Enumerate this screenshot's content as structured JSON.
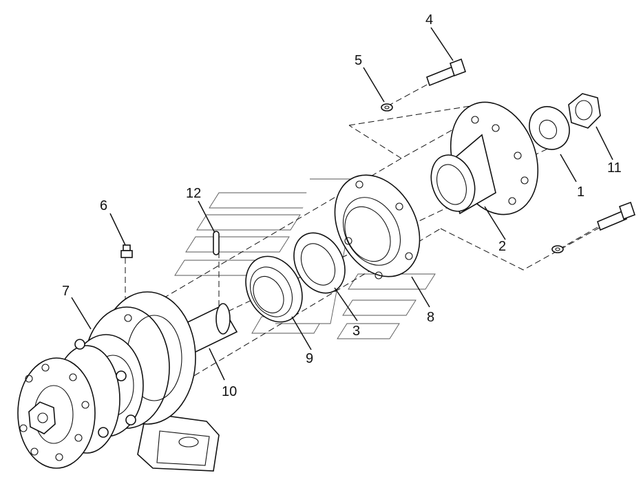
{
  "callouts": [
    {
      "label": "1"
    },
    {
      "label": "2"
    },
    {
      "label": "3"
    },
    {
      "label": "4"
    },
    {
      "label": "5"
    },
    {
      "label": "6"
    },
    {
      "label": "7"
    },
    {
      "label": "8"
    },
    {
      "label": "9"
    },
    {
      "label": "10"
    },
    {
      "label": "11"
    },
    {
      "label": "12"
    }
  ]
}
